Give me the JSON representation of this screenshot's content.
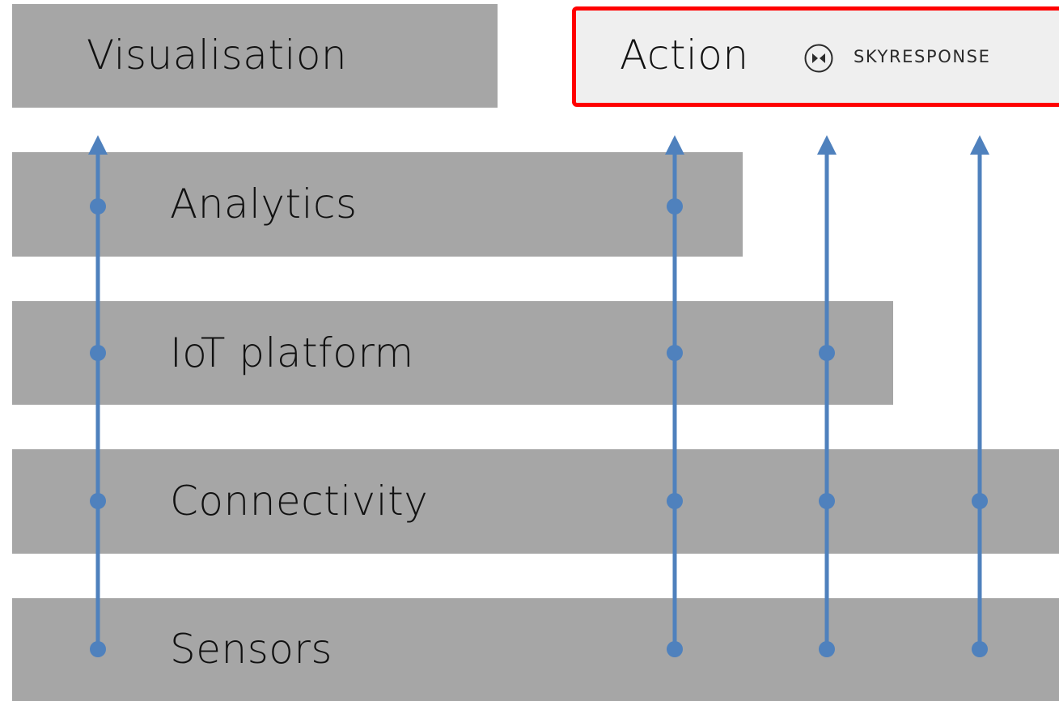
{
  "layers": {
    "visualisation": "Visualisation",
    "analytics": "Analytics",
    "iot_platform": "IoT platform",
    "connectivity": "Connectivity",
    "sensors": "Sensors"
  },
  "action": {
    "label": "Action",
    "brand": "SKYRESPONSE",
    "brand_icon": "skyresponse-logo-icon"
  },
  "colors": {
    "layer_fill": "#a6a6a6",
    "action_fill": "#efefef",
    "action_border": "#ff0000",
    "arrow": "#4f81bd",
    "text": "#111111"
  },
  "flows": [
    {
      "from": "Sensors",
      "to": "Visualisation",
      "through": [
        "Connectivity",
        "IoT platform",
        "Analytics"
      ]
    },
    {
      "from": "Sensors",
      "to": "Action",
      "through": [
        "Connectivity",
        "IoT platform",
        "Analytics"
      ]
    },
    {
      "from": "Sensors",
      "to": "Action",
      "through": [
        "Connectivity",
        "IoT platform"
      ]
    },
    {
      "from": "Sensors",
      "to": "Action",
      "through": [
        "Connectivity"
      ]
    }
  ]
}
